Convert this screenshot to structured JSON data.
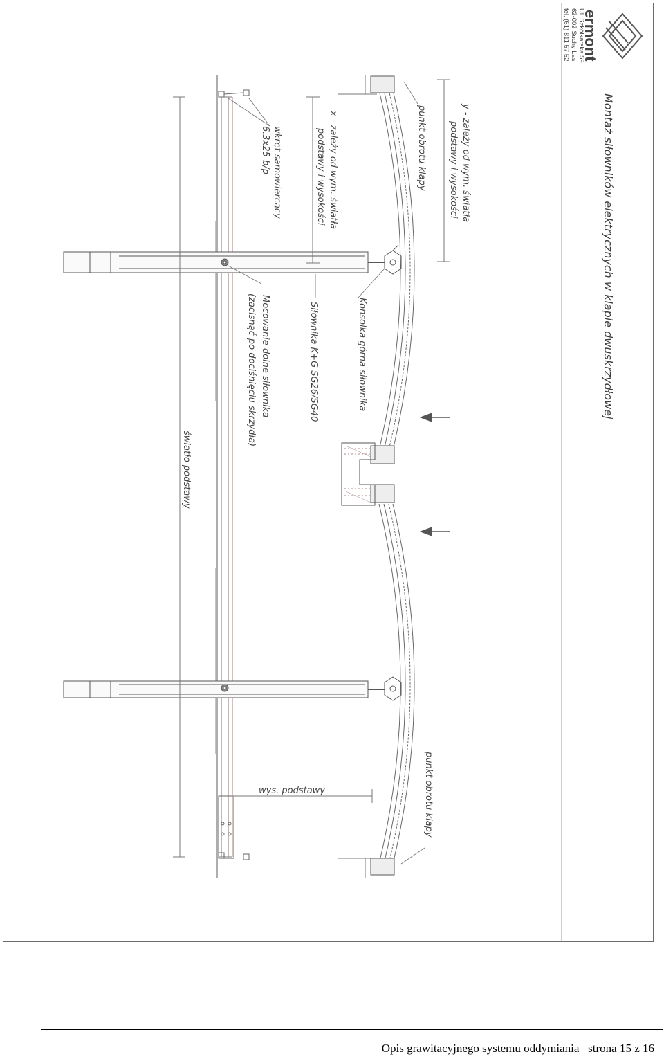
{
  "drawing": {
    "title": "Montaż siłowników elektrycznych w klapie dwuskrzydłowej",
    "company": {
      "logo_text": "ermont",
      "address_line1": "Ul. Szkółkarska 59",
      "address_line2": "62-002 Suchy Las",
      "phone": "tel. (61) 811 57 52"
    },
    "labels": {
      "y_dimension_line1": "y - zależy od wym. światła",
      "y_dimension_line2": "podstawy i wysokości",
      "pivot_point_top": "punkt obrotu klapy",
      "x_dimension_line1": "x - zależy od wym. światła",
      "x_dimension_line2": "podstawy i wysokości",
      "screw_line1": "wkręt samowiercący",
      "screw_line2": "6.3x25 b/p",
      "upper_bracket": "Konsolka górna siłownika",
      "actuator": "Siłownika K+G SG26/SG40",
      "lower_mount_line1": "Mocowanie dolne siłownika",
      "lower_mount_line2": "(zacisnąć po dociśnięciu skrzydła)",
      "base_opening": "światło podstawy",
      "base_height": "wys. podstawy",
      "pivot_point_bottom": "punkt obrotu klapy"
    }
  },
  "footer": {
    "document_title": "Opis grawitacyjnego systemu oddymiania",
    "page_info": "strona 15 z 16"
  }
}
